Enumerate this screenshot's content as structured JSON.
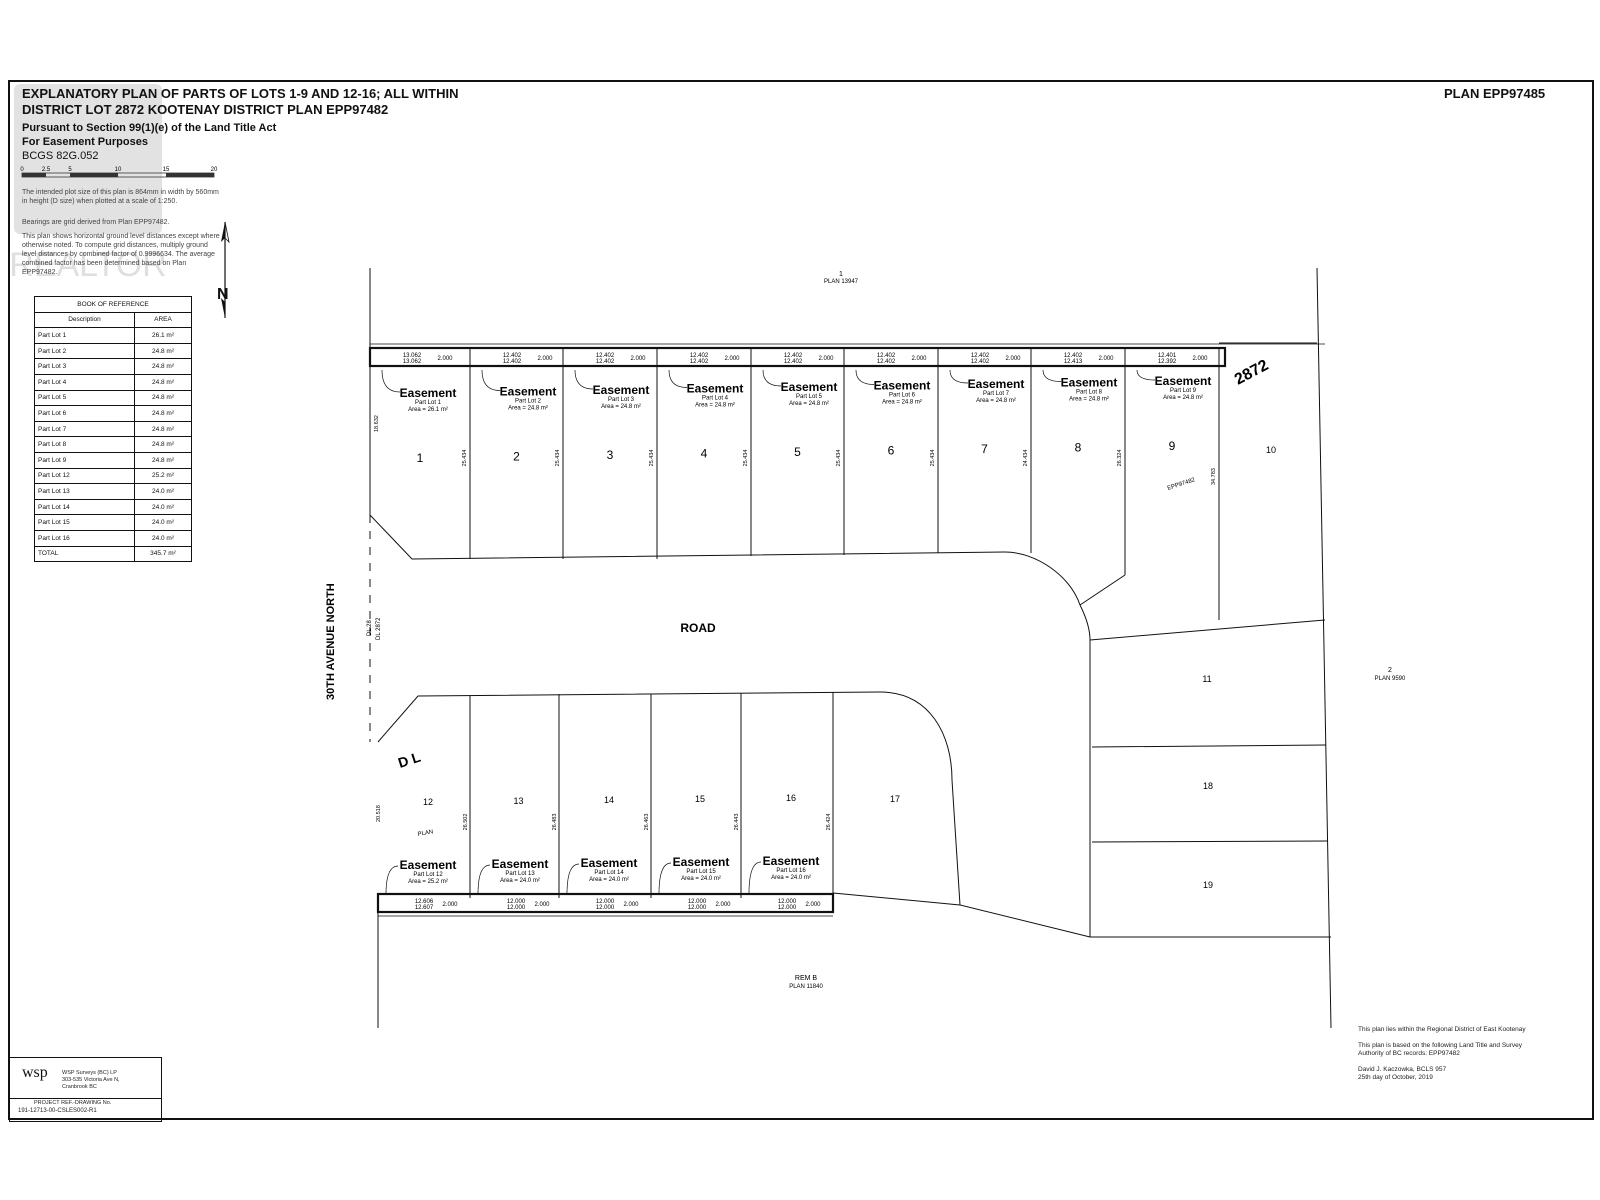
{
  "header": {
    "title_line1": "EXPLANATORY PLAN OF PARTS OF LOTS 1-9 AND 12-16; ALL WITHIN",
    "title_line2": "DISTRICT LOT 2872 KOOTENAY DISTRICT PLAN EPP97482",
    "subtitle_line1": "Pursuant to Section 99(1)(e) of the Land Title Act",
    "subtitle_line2": "For Easement Purposes",
    "bcgs": "BCGS  82G.052",
    "plan_number": "PLAN EPP97485",
    "scale_ticks": [
      "0",
      "2.5",
      "5",
      "10",
      "15",
      "20"
    ]
  },
  "notes": [
    "The intended plot size of this plan is 864mm in width by 560mm in height (D size) when plotted at a scale of 1:250.",
    "Bearings are grid derived from Plan EPP97482.",
    "This plan shows horizontal ground level distances except where otherwise noted. To compute grid distances, multiply ground level distances by combined factor of 0.9996634. The average combined factor has been determined based on Plan EPP97482."
  ],
  "watermark_text": "REALTOR",
  "north_label": "N",
  "reference_table": {
    "title": "BOOK OF REFERENCE",
    "headers": [
      "Description",
      "AREA"
    ],
    "rows": [
      [
        "Part Lot 1",
        "26.1 m²"
      ],
      [
        "Part Lot 2",
        "24.8 m²"
      ],
      [
        "Part Lot 3",
        "24.8 m²"
      ],
      [
        "Part Lot 4",
        "24.8 m²"
      ],
      [
        "Part Lot 5",
        "24.8 m²"
      ],
      [
        "Part Lot 6",
        "24.8 m²"
      ],
      [
        "Part Lot 7",
        "24.8 m²"
      ],
      [
        "Part Lot 8",
        "24.8 m²"
      ],
      [
        "Part Lot 9",
        "24.8 m²"
      ],
      [
        "Part Lot 12",
        "25.2 m²"
      ],
      [
        "Part Lot 13",
        "24.0 m²"
      ],
      [
        "Part Lot 14",
        "24.0 m²"
      ],
      [
        "Part Lot 15",
        "24.0 m²"
      ],
      [
        "Part Lot 16",
        "24.0 m²"
      ]
    ],
    "total_label": "TOTAL",
    "total_value": "345.7 m²"
  },
  "plan": {
    "top_plan_lot": "1",
    "top_plan_label": "PLAN 13947",
    "bottom_plan_lot": "REM B",
    "bottom_plan_label": "PLAN 11840",
    "right_plan_lot": "2",
    "right_plan_label": "PLAN 9590",
    "road_label": "ROAD",
    "avenue_label": "30TH AVENUE NORTH",
    "dl_label_1": "DL 28",
    "dl_label_2": "DL 2872",
    "district_big": "2872",
    "district_dl": "D L",
    "plan_word": "PLAN",
    "epp_label": "EPP97482",
    "easement_word": "Easement",
    "top_lots": [
      {
        "num": "1",
        "part": "Part Lot 1",
        "area": "Area = 26.1 m²",
        "dims": [
          "13.062",
          "13.062"
        ]
      },
      {
        "num": "2",
        "part": "Part Lot 2",
        "area": "Area = 24.8 m²",
        "dims": [
          "12.402",
          "12.402"
        ]
      },
      {
        "num": "3",
        "part": "Part Lot 3",
        "area": "Area = 24.8 m²",
        "dims": [
          "12.402",
          "12.402"
        ]
      },
      {
        "num": "4",
        "part": "Part Lot 4",
        "area": "Area = 24.8 m²",
        "dims": [
          "12.402",
          "12.402"
        ]
      },
      {
        "num": "5",
        "part": "Part Lot 5",
        "area": "Area = 24.8 m²",
        "dims": [
          "12.402",
          "12.402"
        ]
      },
      {
        "num": "6",
        "part": "Part Lot 6",
        "area": "Area = 24.8 m²",
        "dims": [
          "12.402",
          "12.402"
        ]
      },
      {
        "num": "7",
        "part": "Part Lot 7",
        "area": "Area = 24.8 m²",
        "dims": [
          "12.402",
          "12.402"
        ]
      },
      {
        "num": "8",
        "part": "Part Lot 8",
        "area": "Area = 24.8 m²",
        "dims": [
          "12.402",
          "12.413"
        ]
      },
      {
        "num": "9",
        "part": "Part Lot 9",
        "area": "Area = 24.8 m²",
        "dims": [
          "12.401",
          "12.392"
        ]
      }
    ],
    "bottom_lots": [
      {
        "num": "12",
        "part": "Part Lot 12",
        "area": "Area = 25.2 m²",
        "dims": [
          "12.606",
          "12.607"
        ]
      },
      {
        "num": "13",
        "part": "Part Lot 13",
        "area": "Area = 24.0 m²",
        "dims": [
          "12.000",
          "12.000"
        ]
      },
      {
        "num": "14",
        "part": "Part Lot 14",
        "area": "Area = 24.0 m²",
        "dims": [
          "12.000",
          "12.000"
        ]
      },
      {
        "num": "15",
        "part": "Part Lot 15",
        "area": "Area = 24.0 m²",
        "dims": [
          "12.000",
          "12.000"
        ]
      },
      {
        "num": "16",
        "part": "Part Lot 16",
        "area": "Area = 24.0 m²",
        "dims": [
          "12.000",
          "12.000"
        ]
      }
    ],
    "other_lots": [
      "10",
      "11",
      "17",
      "18",
      "19"
    ],
    "width_value": "2.000",
    "side_depths_top": [
      "25.434",
      "25.434",
      "25.434",
      "25.434",
      "25.434",
      "25.434",
      "24.434",
      "26.324"
    ],
    "side_depths_bottom": [
      "26.502",
      "26.483",
      "26.463",
      "26.443",
      "26.424"
    ],
    "lot1_depth": "18.632",
    "lot12_depth": "20.518",
    "lot9_depth": "34.783"
  },
  "footer_notes": {
    "line1": "This plan lies within the Regional District of East Kootenay",
    "line2": "This plan is based on the following Land Title and Survey",
    "line3": "Authority of BC records: EPP97482",
    "surveyor": "David J. Kaczowka, BCLS 957",
    "date": "25th day of October, 2019"
  },
  "title_block": {
    "company": "WSP Surveys (BC) LP",
    "address1": "303-535 Victoria Ave N,",
    "address2": "Cranbrook BC",
    "ref_label": "PROJECT REF.-DRAWING No.",
    "ref_value": "191-12713-00-CSLES002-R1"
  }
}
